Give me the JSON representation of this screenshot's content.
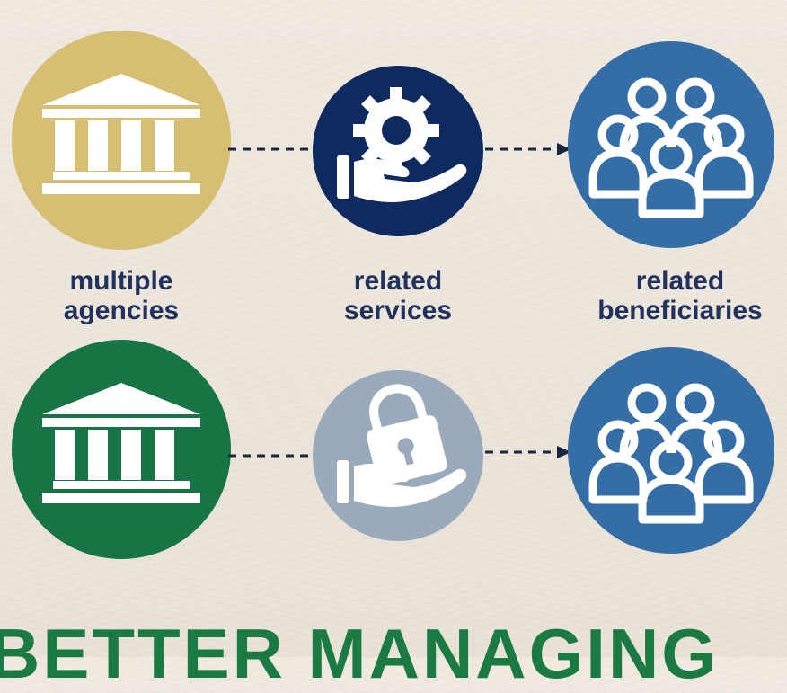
{
  "colors": {
    "gold": "#d6bf72",
    "navy": "#0f2a5e",
    "steel_blue": "#356ea6",
    "green": "#177444",
    "light_slate": "#9aaabd",
    "label_text": "#22325e",
    "headline_text": "#1a7a42",
    "connector": "#1b2640"
  },
  "rows": [
    {
      "agency_icon": "government-building-icon",
      "service_icon": "hand-gear-icon",
      "beneficiary_icon": "people-group-icon",
      "labels": {
        "agency": "multiple agencies",
        "service": "related services",
        "beneficiary": "related beneficiaries"
      }
    },
    {
      "agency_icon": "government-building-icon",
      "service_icon": "hand-padlock-icon",
      "beneficiary_icon": "people-group-icon"
    }
  ],
  "headline": "BETTER MANAGING"
}
